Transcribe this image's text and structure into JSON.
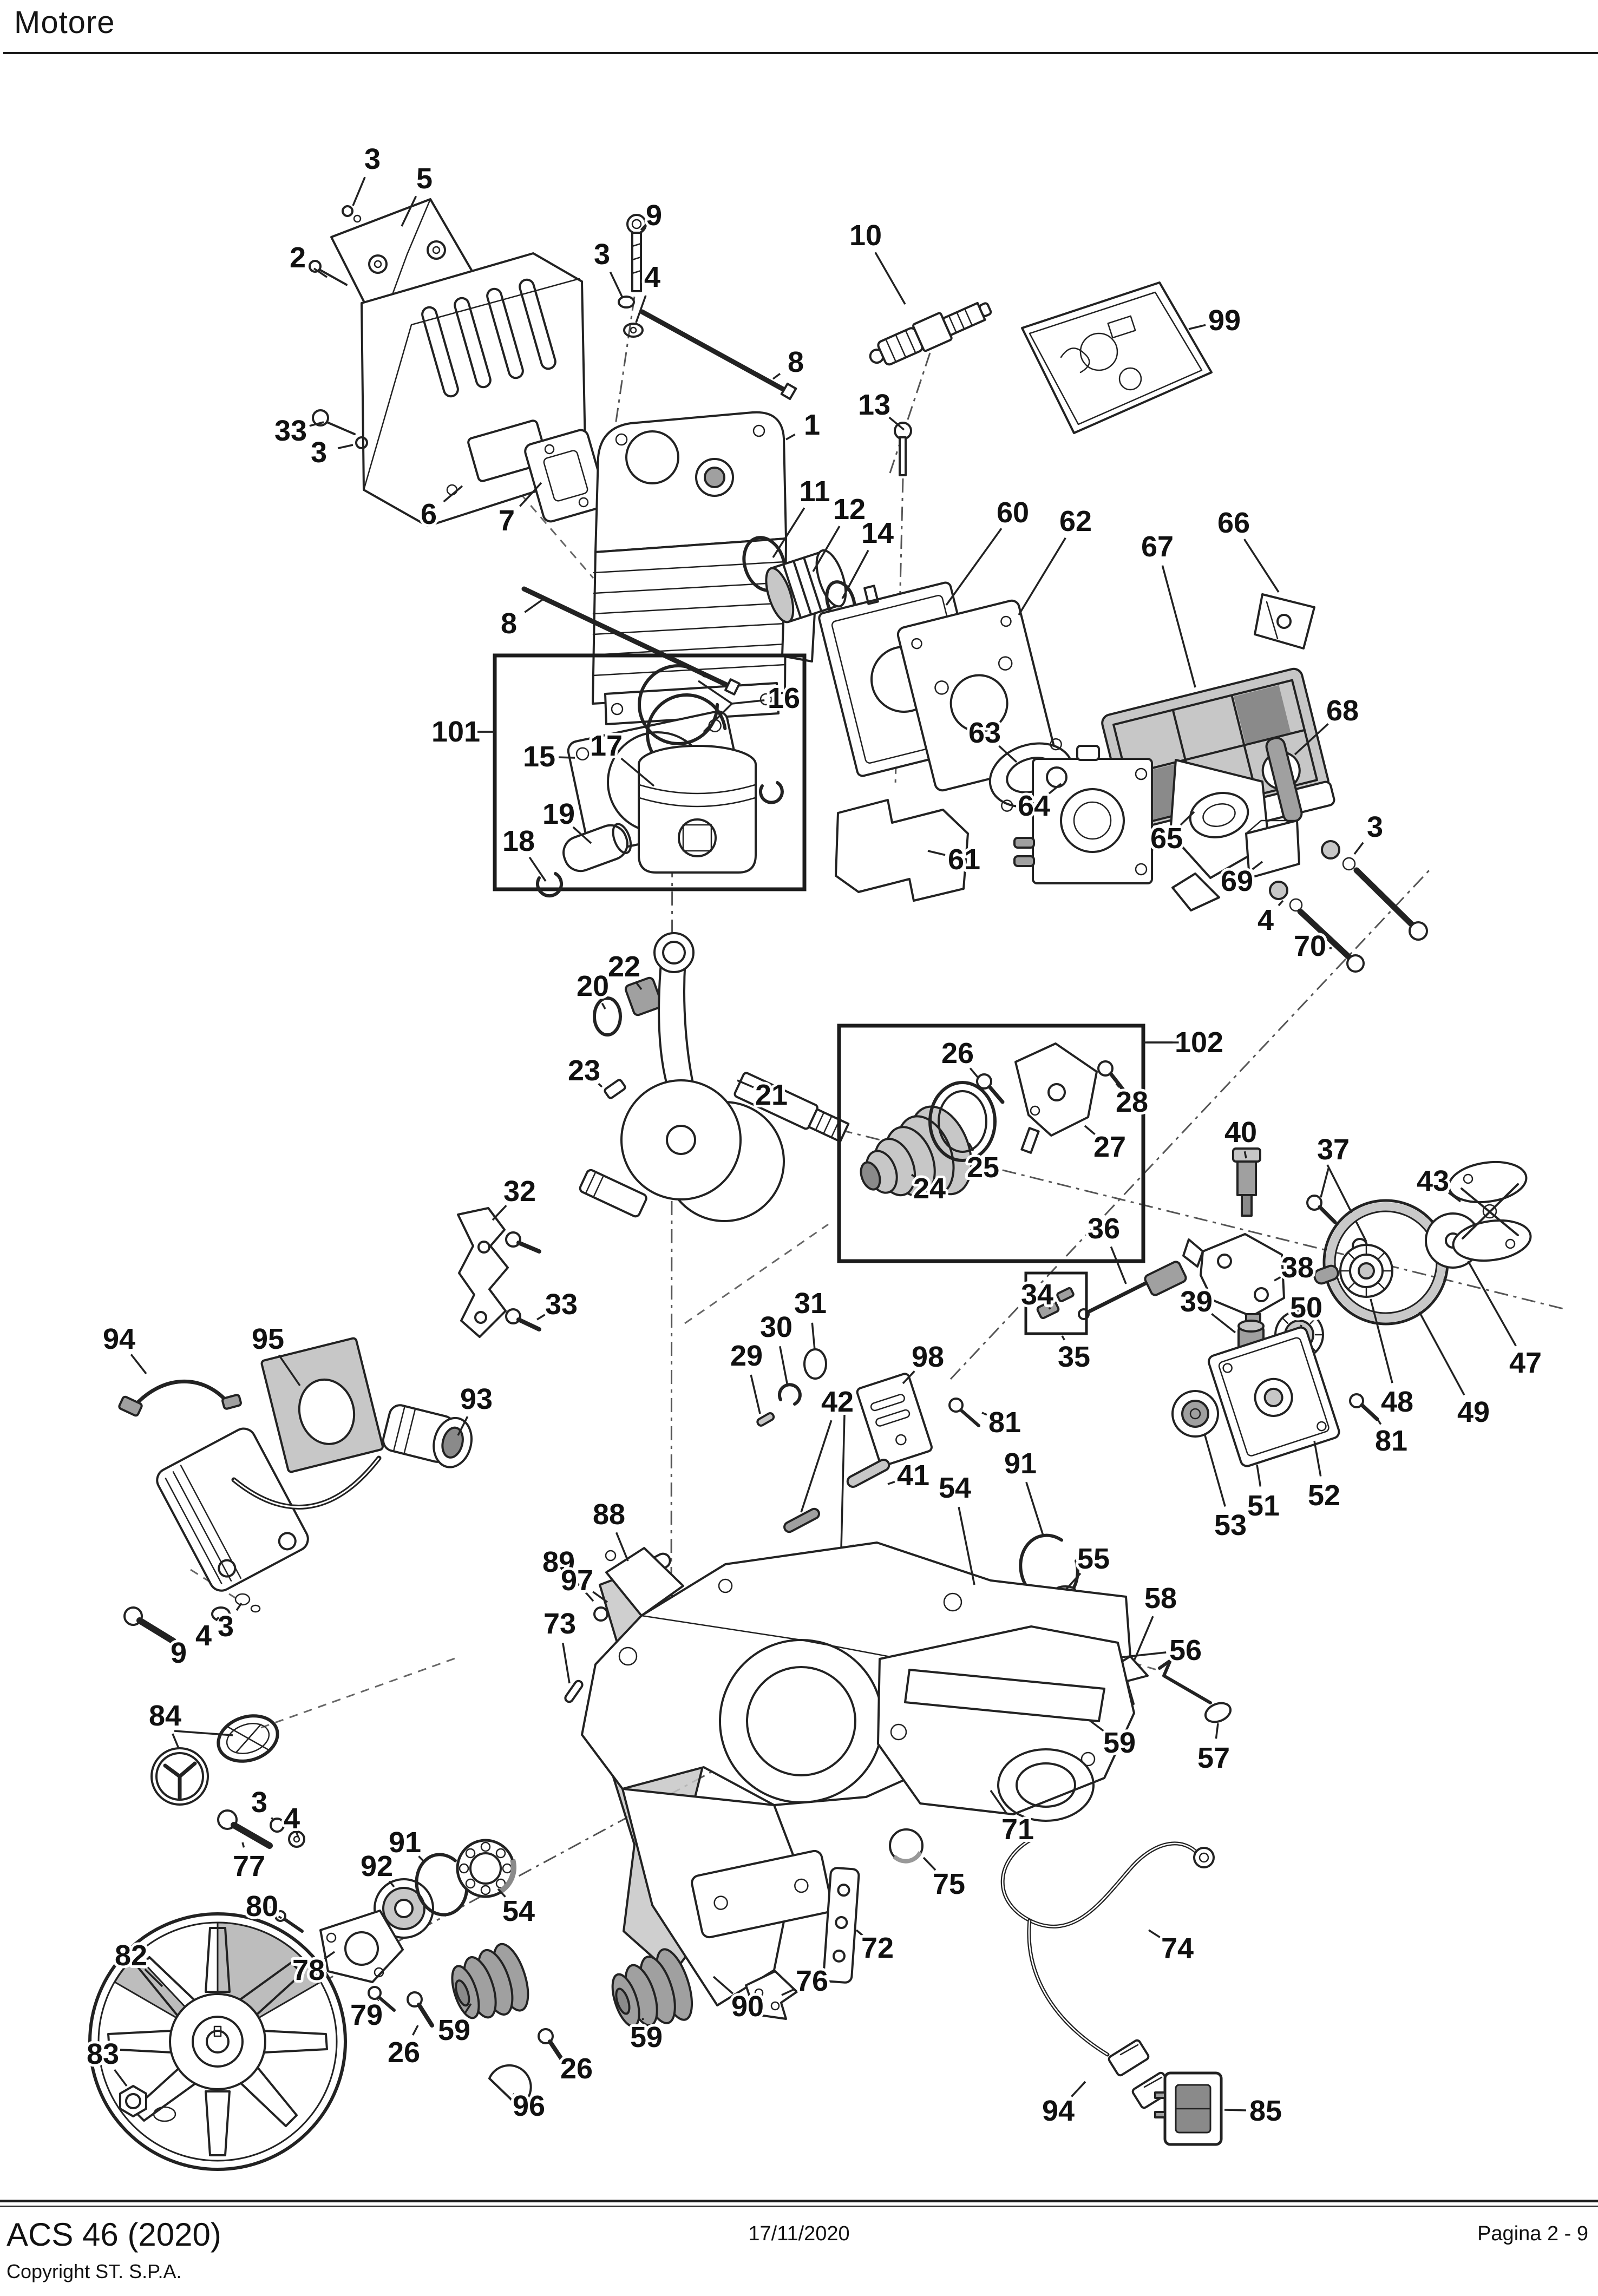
{
  "header": {
    "title": "Motore"
  },
  "footer": {
    "model": "ACS 46 (2020)",
    "copyright": "Copyright ST. S.P.A.",
    "date": "17/11/2020",
    "page": "Pagina 2 - 9"
  },
  "diagram": {
    "ink": "#222222",
    "shade_gray": "#c7c7c7",
    "dark_gray": "#8a8a8a",
    "group_boxes": [
      "101",
      "102",
      "34"
    ],
    "callouts": [
      [
        "3",
        688,
        294,
        652,
        380
      ],
      [
        "5",
        784,
        330,
        742,
        418
      ],
      [
        "2",
        550,
        476,
        604,
        512
      ],
      [
        "9",
        1208,
        398,
        1192,
        416
      ],
      [
        "3",
        1112,
        470,
        1150,
        550
      ],
      [
        "4",
        1205,
        512,
        1175,
        596
      ],
      [
        "10",
        1599,
        435,
        1672,
        562
      ],
      [
        "99",
        2262,
        592,
        2196,
        608
      ],
      [
        "33",
        537,
        796,
        598,
        780
      ],
      [
        "3",
        589,
        836,
        652,
        822
      ],
      [
        "6",
        792,
        950,
        854,
        898
      ],
      [
        "7",
        936,
        962,
        1000,
        892
      ],
      [
        "8",
        1470,
        669,
        1428,
        700
      ],
      [
        "13",
        1615,
        748,
        1670,
        794
      ],
      [
        "1",
        1500,
        785,
        1452,
        812
      ],
      [
        "11",
        1505,
        908,
        1428,
        1030
      ],
      [
        "12",
        1569,
        941,
        1502,
        1056
      ],
      [
        "14",
        1621,
        985,
        1556,
        1106
      ],
      [
        "8",
        940,
        1152,
        1002,
        1108
      ],
      [
        "15",
        996,
        1398,
        1062,
        1400
      ],
      [
        "101",
        842,
        1352,
        912,
        1352
      ],
      [
        "16",
        1448,
        1290,
        1352,
        1300
      ],
      [
        "17",
        1120,
        1378,
        1208,
        1452
      ],
      [
        "19",
        1032,
        1504,
        1092,
        1558
      ],
      [
        "18",
        958,
        1554,
        1008,
        1628
      ],
      [
        "60",
        1871,
        947,
        1748,
        1118
      ],
      [
        "62",
        1987,
        963,
        1882,
        1136
      ],
      [
        "66",
        2279,
        966,
        2362,
        1094
      ],
      [
        "67",
        2138,
        1010,
        2208,
        1270
      ],
      [
        "63",
        1819,
        1354,
        1878,
        1408
      ],
      [
        "68",
        2480,
        1313,
        2392,
        1394
      ],
      [
        "64",
        1910,
        1489,
        1960,
        1448
      ],
      [
        "65",
        2155,
        1549,
        2206,
        1500
      ],
      [
        "61",
        1781,
        1588,
        1714,
        1572
      ],
      [
        "69",
        2285,
        1628,
        2332,
        1592
      ],
      [
        "3",
        2540,
        1528,
        2502,
        1578
      ],
      [
        "4",
        2338,
        1700,
        2370,
        1664
      ],
      [
        "70",
        2420,
        1748,
        2460,
        1752
      ],
      [
        "22",
        1153,
        1786,
        1185,
        1828
      ],
      [
        "20",
        1095,
        1822,
        1118,
        1864
      ],
      [
        "23",
        1079,
        1978,
        1112,
        2008
      ],
      [
        "21",
        1425,
        2023,
        1362,
        1996
      ],
      [
        "102",
        2215,
        1926,
        2118,
        1926
      ],
      [
        "26",
        1769,
        1946,
        1806,
        1990
      ],
      [
        "28",
        2091,
        2036,
        2062,
        2002
      ],
      [
        "27",
        2050,
        2119,
        2004,
        2080
      ],
      [
        "25",
        1816,
        2157,
        1790,
        2112
      ],
      [
        "24",
        1717,
        2196,
        1684,
        2170
      ],
      [
        "40",
        2292,
        2092,
        2302,
        2140
      ],
      [
        "37",
        2463,
        2124,
        2440,
        2212
      ],
      [
        "43",
        2647,
        2182,
        2698,
        2220
      ],
      [
        "32",
        960,
        2201,
        910,
        2254
      ],
      [
        "33",
        1037,
        2410,
        992,
        2438
      ],
      [
        "36",
        2039,
        2270,
        2080,
        2372
      ],
      [
        "38",
        2397,
        2342,
        2354,
        2366
      ],
      [
        "39",
        2210,
        2405,
        2282,
        2462
      ],
      [
        "50",
        2413,
        2416,
        2404,
        2448
      ],
      [
        "34",
        1916,
        2392,
        1938,
        2416
      ],
      [
        "35",
        1984,
        2507,
        1962,
        2468
      ],
      [
        "47",
        2818,
        2518,
        2712,
        2330
      ],
      [
        "48",
        2581,
        2590,
        2532,
        2400
      ],
      [
        "49",
        2722,
        2609,
        2622,
        2424
      ],
      [
        "81",
        2570,
        2662,
        2546,
        2624
      ],
      [
        "94",
        220,
        2474,
        270,
        2538
      ],
      [
        "95",
        495,
        2474,
        554,
        2560
      ],
      [
        "93",
        880,
        2585,
        846,
        2652
      ],
      [
        "31",
        1497,
        2408,
        1505,
        2494
      ],
      [
        "30",
        1434,
        2452,
        1454,
        2556
      ],
      [
        "29",
        1379,
        2505,
        1404,
        2612
      ],
      [
        "98",
        1714,
        2507,
        1668,
        2556
      ],
      [
        "81",
        1856,
        2628,
        1814,
        2610
      ],
      [
        "42",
        1547,
        2590,
        1480,
        2794
      ],
      [
        "41",
        1687,
        2726,
        1640,
        2742
      ],
      [
        "88",
        1125,
        2798,
        1160,
        2884
      ],
      [
        "91",
        1885,
        2704,
        1928,
        2840
      ],
      [
        "54",
        1764,
        2749,
        1800,
        2928
      ],
      [
        "89",
        1032,
        2886,
        1096,
        2958
      ],
      [
        "51",
        2334,
        2782,
        2322,
        2706
      ],
      [
        "52",
        2446,
        2763,
        2428,
        2662
      ],
      [
        "53",
        2273,
        2818,
        2226,
        2652
      ],
      [
        "97",
        1066,
        2920,
        1122,
        2960
      ],
      [
        "73",
        1034,
        3000,
        1052,
        3110
      ],
      [
        "55",
        2020,
        2880,
        1968,
        2938
      ],
      [
        "58",
        2144,
        2953,
        2096,
        3066
      ],
      [
        "56",
        2190,
        3049,
        2070,
        3062
      ],
      [
        "59",
        2068,
        3220,
        2012,
        3178
      ],
      [
        "57",
        2242,
        3248,
        2250,
        3184
      ],
      [
        "71",
        1880,
        3380,
        1830,
        3308
      ],
      [
        "75",
        1753,
        3481,
        1706,
        3432
      ],
      [
        "84",
        305,
        3170,
        330,
        3230
      ],
      [
        "3",
        479,
        3330,
        506,
        3364
      ],
      [
        "4",
        539,
        3360,
        548,
        3386
      ],
      [
        "77",
        460,
        3448,
        448,
        3404
      ],
      [
        "91",
        748,
        3404,
        784,
        3440
      ],
      [
        "92",
        696,
        3448,
        728,
        3486
      ],
      [
        "80",
        484,
        3522,
        520,
        3544
      ],
      [
        "54",
        958,
        3531,
        920,
        3490
      ],
      [
        "78",
        570,
        3640,
        618,
        3606
      ],
      [
        "82",
        242,
        3613,
        300,
        3670
      ],
      [
        "79",
        677,
        3723,
        698,
        3696
      ],
      [
        "83",
        190,
        3795,
        234,
        3854
      ],
      [
        "26",
        746,
        3792,
        772,
        3742
      ],
      [
        "59",
        839,
        3751,
        870,
        3702
      ],
      [
        "96",
        977,
        3891,
        948,
        3868
      ],
      [
        "26",
        1065,
        3822,
        1028,
        3792
      ],
      [
        "59",
        1194,
        3764,
        1188,
        3732
      ],
      [
        "90",
        1381,
        3707,
        1318,
        3652
      ],
      [
        "72",
        1621,
        3599,
        1582,
        3566
      ],
      [
        "76",
        1500,
        3660,
        1444,
        3686
      ],
      [
        "74",
        2175,
        3600,
        2122,
        3566
      ],
      [
        "94",
        1955,
        3900,
        2005,
        3846
      ],
      [
        "85",
        2338,
        3900,
        2262,
        3898
      ],
      [
        "9",
        330,
        3054,
        300,
        3022
      ],
      [
        "3",
        417,
        3005,
        446,
        2962
      ],
      [
        "4",
        376,
        3022,
        404,
        2988
      ]
    ]
  }
}
